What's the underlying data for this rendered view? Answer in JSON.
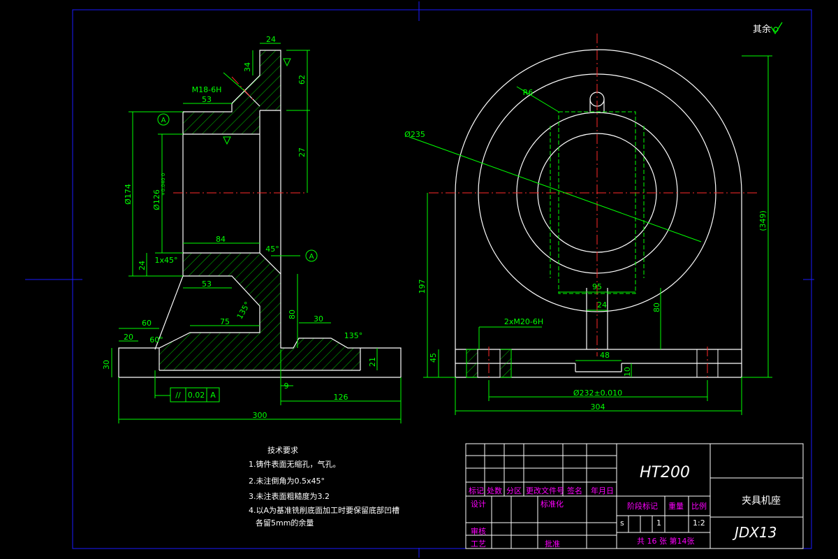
{
  "colors": {
    "background": "#000000",
    "outline": "#ffffff",
    "dimension": "#00ff00",
    "centerline": "#ff2a2a",
    "frame_axis": "#1a1aff",
    "title_magenta": "#ff00ff",
    "datum_cyan": "#0066ff"
  },
  "surface_mark": {
    "text": "其余",
    "icon": "surface-roughness-check-icon"
  },
  "left_view": {
    "dims": {
      "d24_top": "24",
      "d34": "34",
      "d62": "62",
      "d53_top": "53",
      "thread": "M18-6H",
      "d174": "Ø174",
      "d126": "Ø126",
      "d126_tol": "+0.040 0",
      "d27": "27",
      "d84": "84",
      "d24_left": "24",
      "chamfer": "1x45°",
      "d45_deg": "45°",
      "d53_mid": "53",
      "d135_a": "135°",
      "d80": "80",
      "d60": "60",
      "d60_deg": "60°",
      "d20": "20",
      "d75": "75",
      "d30": "30",
      "d135_b": "135°",
      "d30_side": "30",
      "d21": "21",
      "d9": "9",
      "d126_bottom": "126",
      "d300": "300"
    },
    "datum_label": "A",
    "tolerance": {
      "symbol": "//",
      "value": "0.02",
      "datum": "A"
    }
  },
  "right_view": {
    "dims": {
      "r6": "R6",
      "d235": "Ø235",
      "d349": "(349)",
      "d197": "197",
      "d95": "95",
      "d24": "24",
      "d80": "80",
      "thread": "2xM20-6H",
      "d45": "45",
      "d48": "48",
      "d10": "10",
      "d232": "Ø232±0.010",
      "d304": "304"
    }
  },
  "notes": {
    "title": "技术要求",
    "items": [
      "1.铸件表面无缩孔，气孔。",
      "2.未注倒角为0.5x45°",
      "3.未注表面粗糙度为3.2",
      "4.以A为基准铣削底面加工时要保留底部凹槽",
      "各留5mm的余量"
    ]
  },
  "title_block": {
    "material": "HT200",
    "part_name": "夹具机座",
    "drawing_no": "JDX13",
    "headers": [
      "标记",
      "处数",
      "分区",
      "更改文件号",
      "签名",
      "年月日"
    ],
    "design": "设计",
    "standardize": "标准化",
    "review": "审核",
    "process": "工艺",
    "approve": "批准",
    "stage_mark": "阶段标记",
    "weight": "重量",
    "scale": "比例",
    "stage_value": "s",
    "count_value": "1",
    "scale_value": "1:2",
    "sheets": "共 16 张 第14张"
  }
}
